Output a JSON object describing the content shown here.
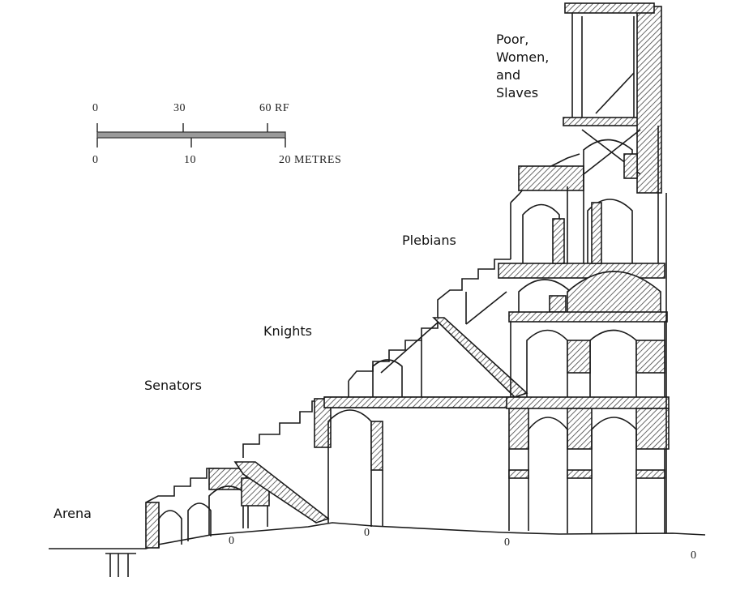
{
  "labels": {
    "poor_line1": "Poor,",
    "poor_line2": "Women,",
    "poor_line3": "and",
    "poor_line4": "Slaves",
    "plebians": "Plebians",
    "knights": "Knights",
    "senators": "Senators",
    "arena": "Arena"
  },
  "scale_bar": {
    "feet_ticks": [
      "0",
      "30",
      "60 RF"
    ],
    "metre_ticks": [
      "0",
      "10",
      "20 METRES"
    ]
  },
  "axis_marks": [
    "0",
    "0",
    "0",
    "0"
  ],
  "colors": {
    "line": "#1a1a1a",
    "hatch": "#555555",
    "paper": "#ffffff"
  }
}
